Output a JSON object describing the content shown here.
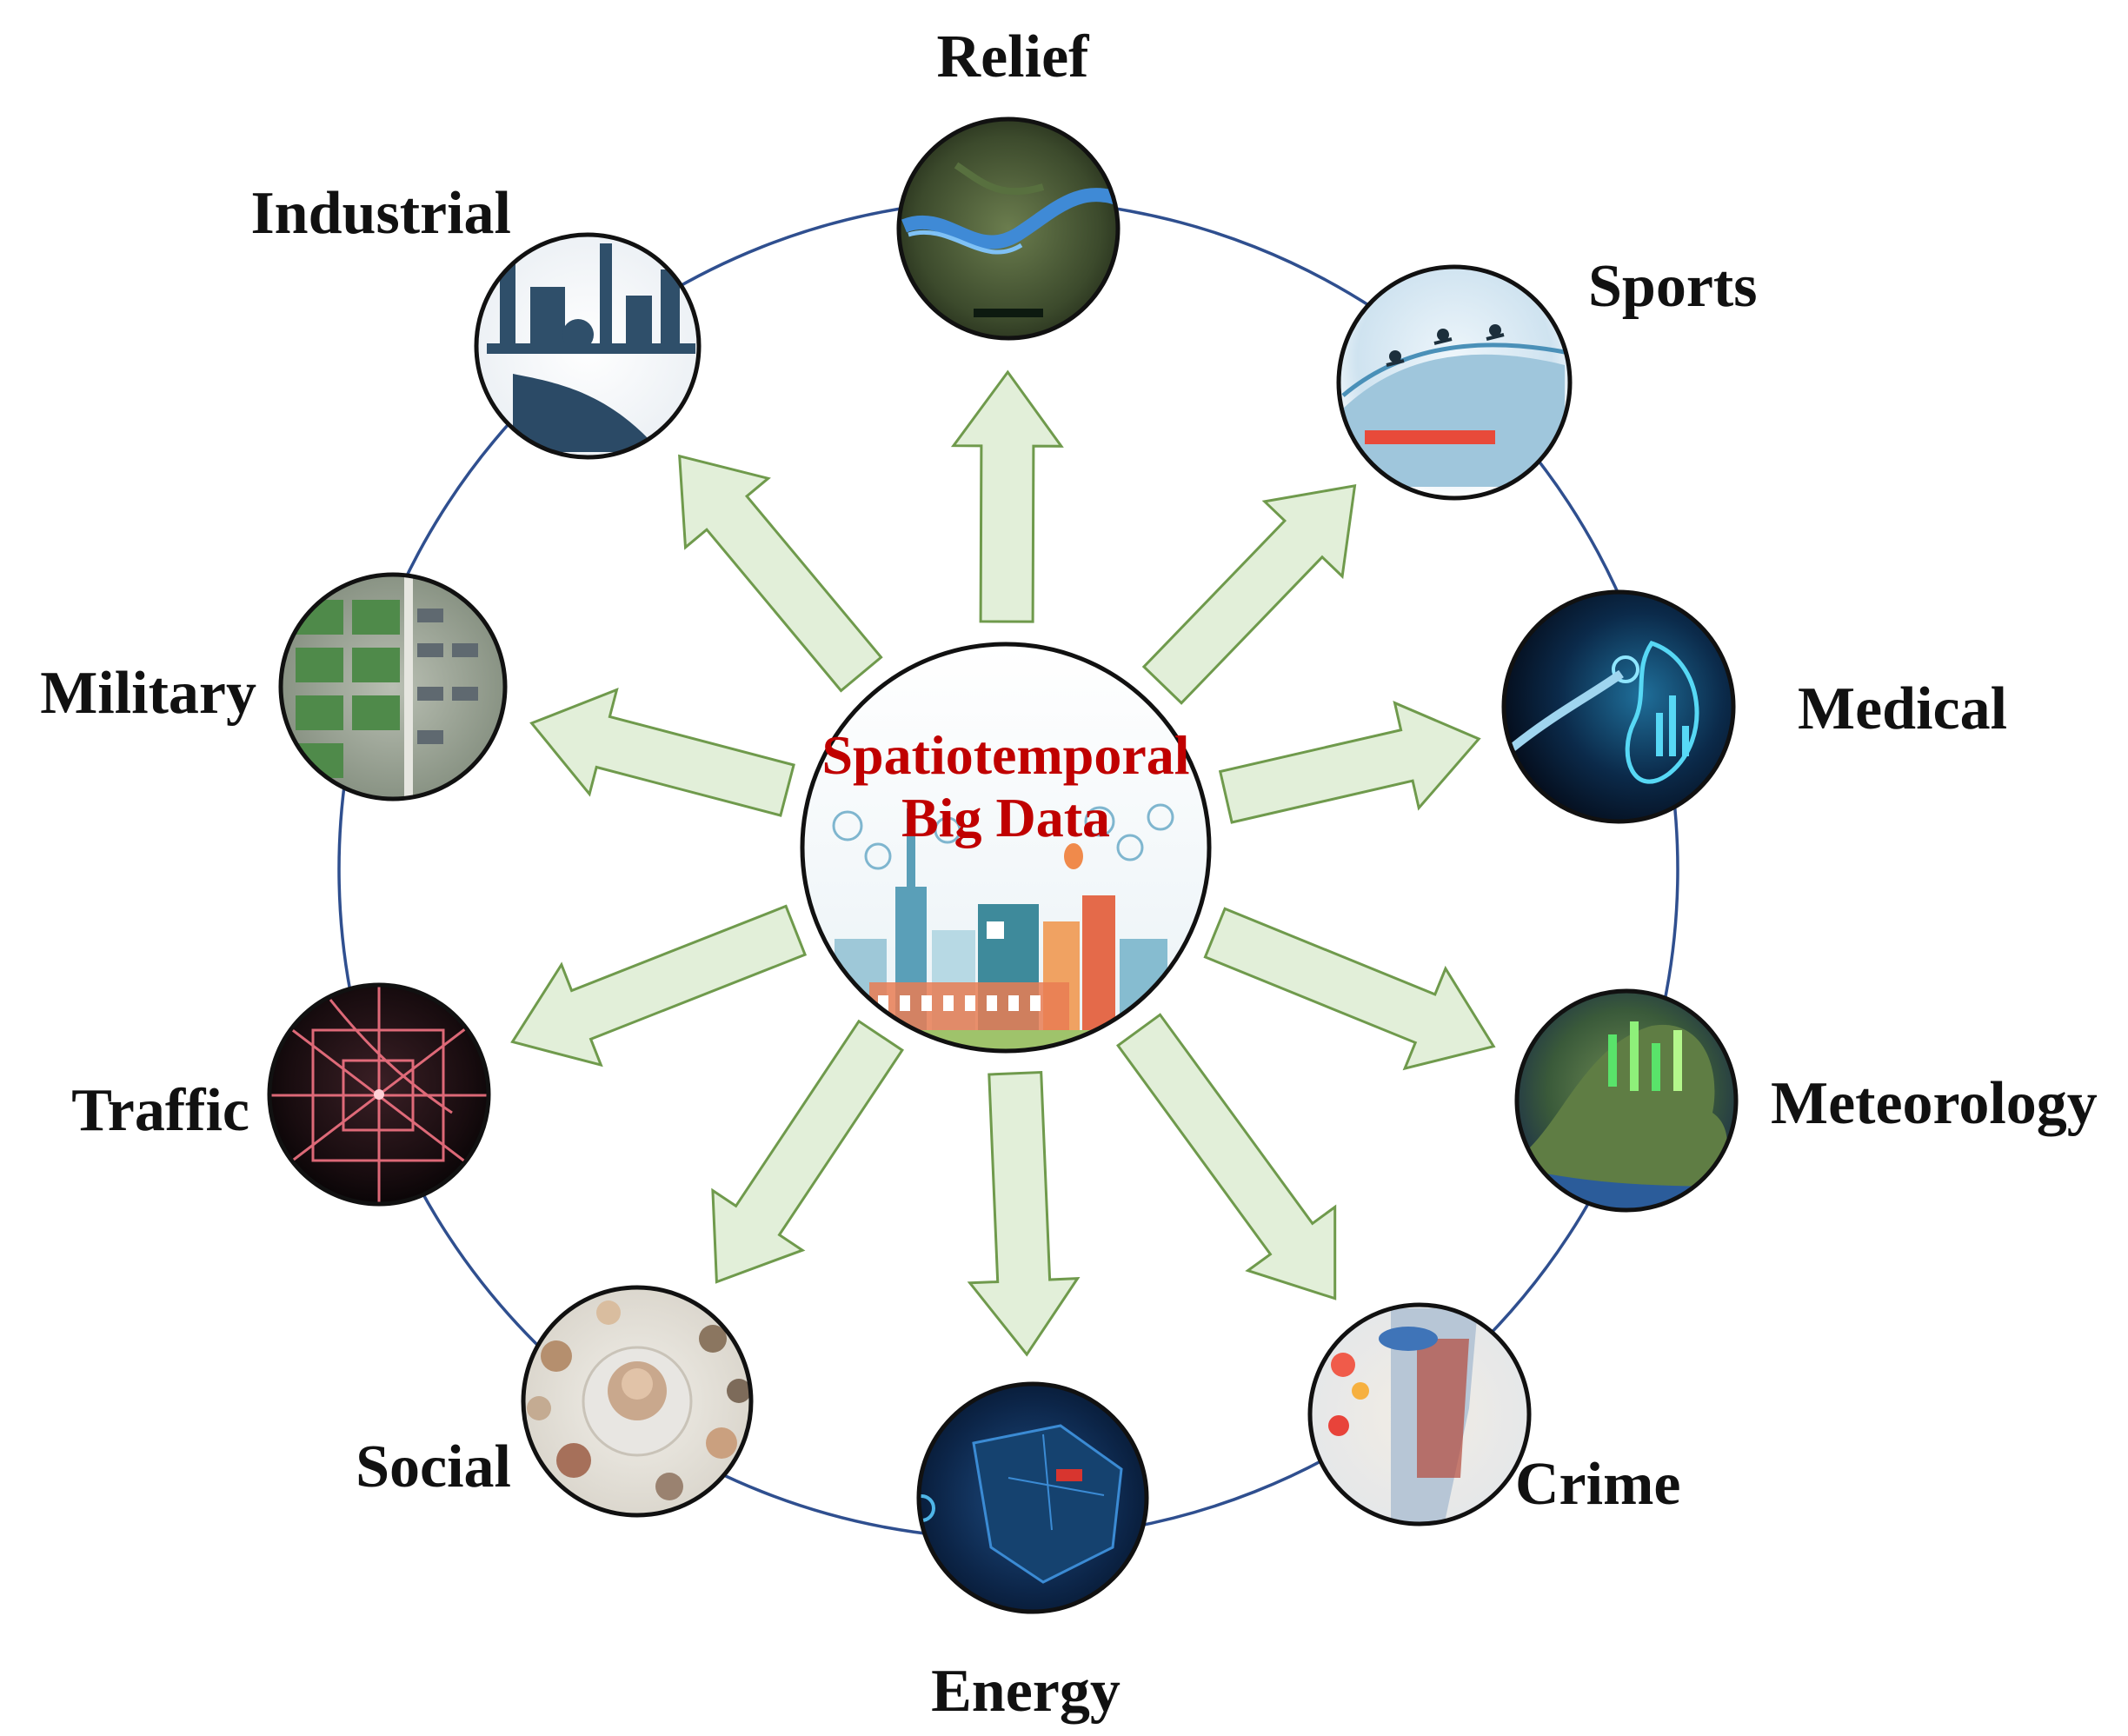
{
  "center": {
    "title_line1": "Spatiotemporal",
    "title_line2": "Big Data"
  },
  "nodes": [
    {
      "id": "relief",
      "label": "Relief",
      "icon": "river-satellite-icon"
    },
    {
      "id": "sports",
      "label": "Sports",
      "icon": "ski-jump-icon"
    },
    {
      "id": "medical",
      "label": "Medical",
      "icon": "medical-hologram-icon"
    },
    {
      "id": "meteorology",
      "label": "Meteorology",
      "icon": "weather-terrain-icon"
    },
    {
      "id": "crime",
      "label": "Crime",
      "icon": "crime-heatmap-icon"
    },
    {
      "id": "energy",
      "label": "Energy",
      "icon": "energy-dashboard-icon"
    },
    {
      "id": "social",
      "label": "Social",
      "icon": "social-network-icon"
    },
    {
      "id": "traffic",
      "label": "Traffic",
      "icon": "traffic-network-icon"
    },
    {
      "id": "military",
      "label": "Military",
      "icon": "military-base-icon"
    },
    {
      "id": "industrial",
      "label": "Industrial",
      "icon": "factory-icon"
    }
  ],
  "colors": {
    "ring": "#2f4f8f",
    "arrow_fill": "#e2efd9",
    "arrow_stroke": "#6f9a4c",
    "center_title": "#c00000",
    "label": "#111111"
  }
}
